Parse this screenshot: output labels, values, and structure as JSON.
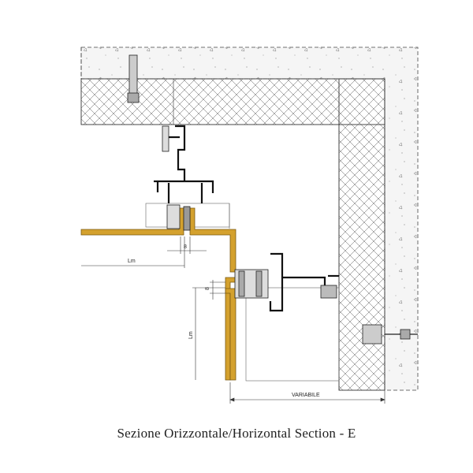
{
  "caption": "Sezione Orizzontale/Horizontal Section - E",
  "dimensions": {
    "lm_horizontal": "Lm",
    "lm_vertical": "Lm",
    "gap_horizontal": "8",
    "gap_vertical": "8",
    "variabile": "VARIABILE"
  },
  "colors": {
    "panel": "#d4a12e",
    "panel_edge": "#7a5a10",
    "line": "#333333",
    "concrete": "#f4f4f4"
  }
}
